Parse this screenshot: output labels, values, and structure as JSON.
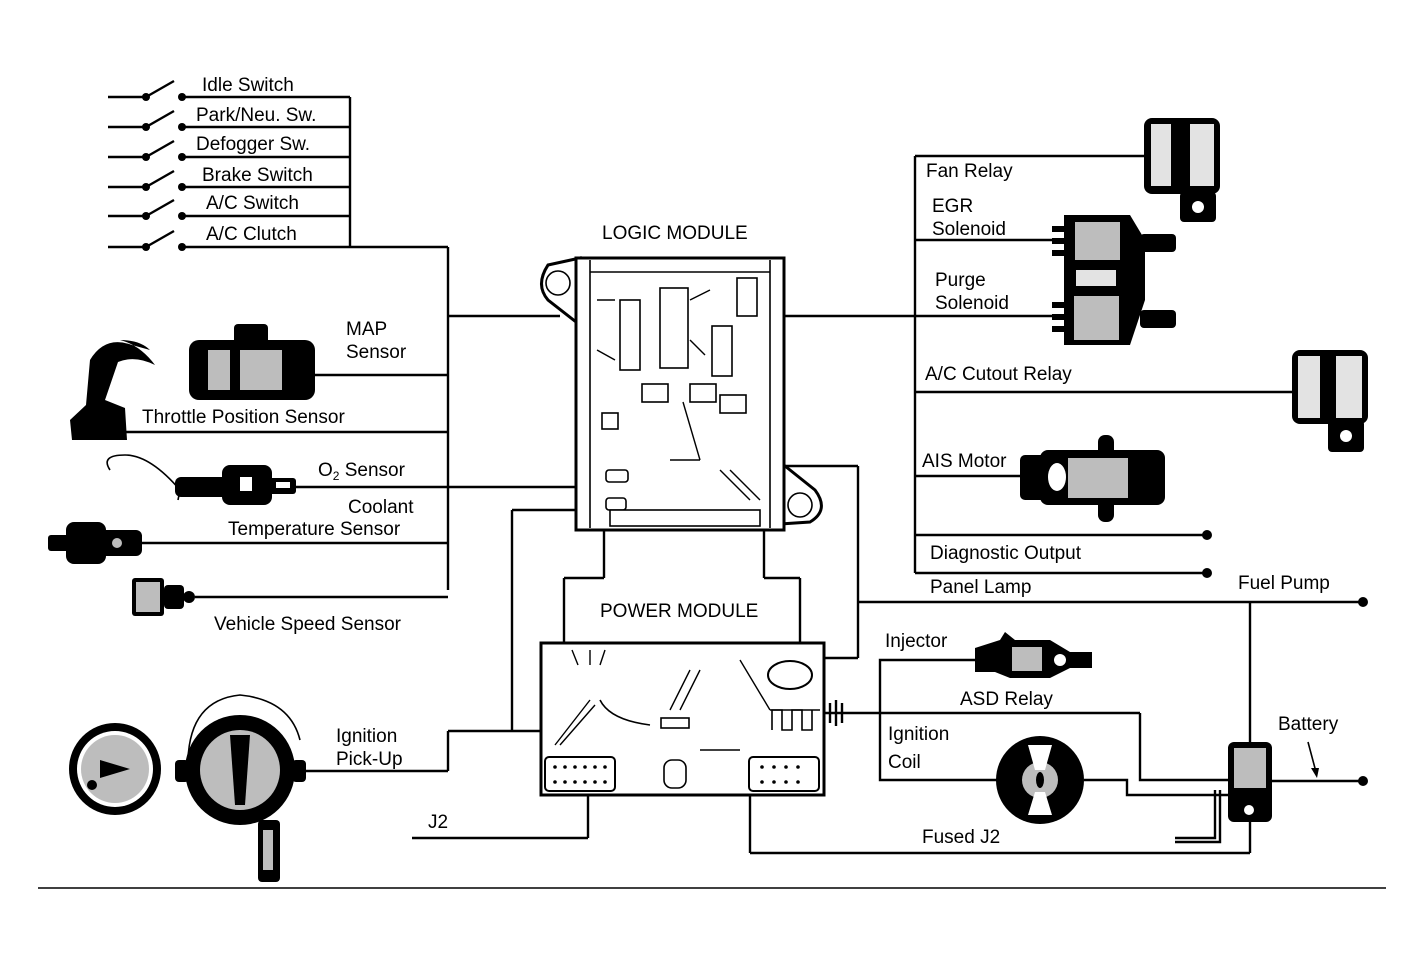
{
  "diagram": {
    "title": "Engine Control System Wiring Overview",
    "modules": {
      "logic": "LOGIC MODULE",
      "power": "POWER MODULE"
    },
    "switch_inputs": [
      "Idle Switch",
      "Park/Neu. Sw.",
      "Defogger Sw.",
      "Brake Switch",
      "A/C Switch",
      "A/C Clutch"
    ],
    "sensors": {
      "map_line1": "MAP",
      "map_line2": "Sensor",
      "throttle": "Throttle Position Sensor",
      "o2_prefix": "O",
      "o2_sub": "2",
      "o2_suffix": " Sensor",
      "coolant_line1": "Coolant",
      "coolant_line2": "Temperature Sensor",
      "vehicle_speed": "Vehicle Speed Sensor",
      "ignition_pickup_line1": "Ignition",
      "ignition_pickup_line2": "Pick-Up"
    },
    "outputs": {
      "fan_relay": "Fan Relay",
      "egr_line1": "EGR",
      "egr_line2": "Solenoid",
      "purge_line1": "Purge",
      "purge_line2": "Solenoid",
      "ac_cutout": "A/C Cutout Relay",
      "ais_motor": "AIS Motor",
      "diagnostic": "Diagnostic Output",
      "panel_lamp": "Panel Lamp",
      "fuel_pump": "Fuel Pump",
      "injector": "Injector",
      "asd_relay": "ASD Relay",
      "ignition_coil_line1": "Ignition",
      "ignition_coil_line2": "Coil",
      "battery": "Battery",
      "fused_j2": "Fused J2",
      "j2": "J2"
    }
  }
}
